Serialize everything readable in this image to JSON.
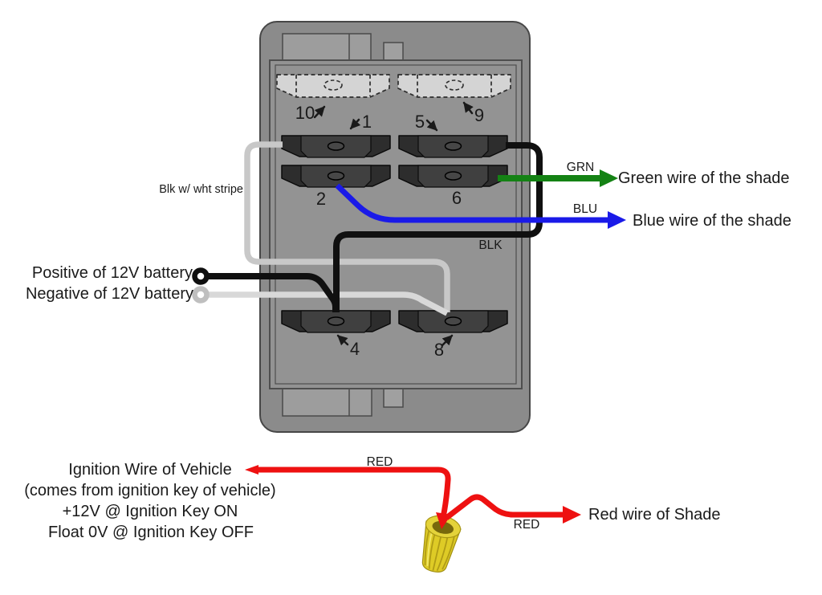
{
  "diagram": {
    "type": "switch-wiring-diagram",
    "battery": {
      "positive_label": "Positive of 12V battery",
      "negative_label": "Negative of 12V battery"
    },
    "switch_block": {
      "terminals": {
        "t1": "1",
        "t2": "2",
        "t4": "4",
        "t5": "5",
        "t6": "6",
        "t8": "8",
        "t9": "9",
        "t10": "10"
      }
    },
    "wire_tags": {
      "stripe": "Blk w/ wht stripe",
      "grn": "GRN",
      "blu": "BLU",
      "blk": "BLK",
      "red_ignition": "RED",
      "red_shade": "RED"
    },
    "shade": {
      "green_label": "Green wire of the shade",
      "blue_label": "Blue wire of the shade",
      "red_label": "Red wire of Shade"
    },
    "ignition": {
      "line1": "Ignition Wire of Vehicle",
      "line2": "(comes from ignition key of vehicle)",
      "line3": "+12V @ Ignition Key ON",
      "line4": "Float 0V @ Ignition Key OFF"
    }
  },
  "colors": {
    "green_wire": "#148214",
    "blue_wire": "#1a1ae8",
    "red_wire": "#ee1111",
    "black_wire": "#101010",
    "white_wire": "#d8d8d8",
    "stripe_wire": "#c8c8c8",
    "body_gray": "#8b8b8b",
    "inner_gray": "#939393",
    "tab_gray": "#9d9d9d",
    "terminal_dark": "#2d2d2d",
    "terminal_mid": "#404040",
    "dashed_terminal_fill": "#d4d4d4",
    "wire_nut_yellow": "#decb26"
  }
}
